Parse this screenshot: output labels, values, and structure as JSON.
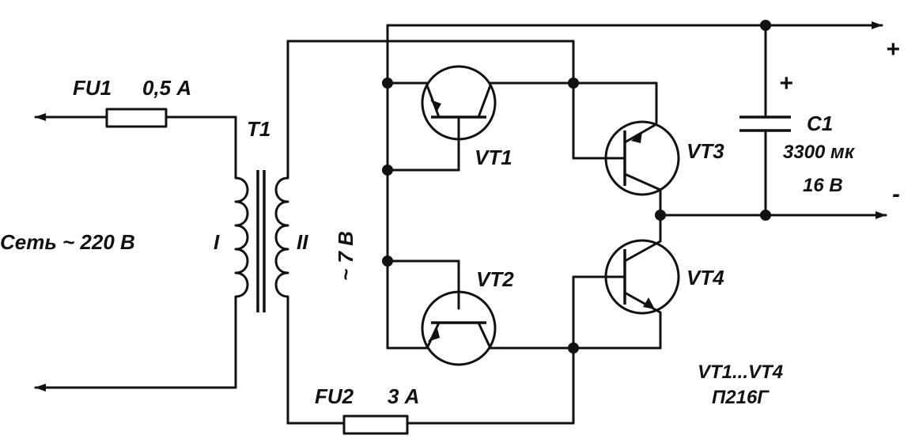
{
  "fuse1": {
    "name": "FU1",
    "rating": "0,5 А"
  },
  "fuse2": {
    "name": "FU2",
    "rating": "3 А"
  },
  "transformer": {
    "name": "T1",
    "primary": "I",
    "secondary": "II",
    "secondary_voltage": "~ 7 В"
  },
  "mains_label": "Сеть ~ 220 В",
  "transistors": [
    "VT1",
    "VT2",
    "VT3",
    "VT4"
  ],
  "capacitor": {
    "name": "C1",
    "polarity": "+",
    "capacitance": "3300 мк",
    "voltage": "16 В"
  },
  "output": {
    "plus": "+",
    "minus": "-"
  },
  "note": {
    "range": "VT1...VT4",
    "part": "П216Г"
  }
}
